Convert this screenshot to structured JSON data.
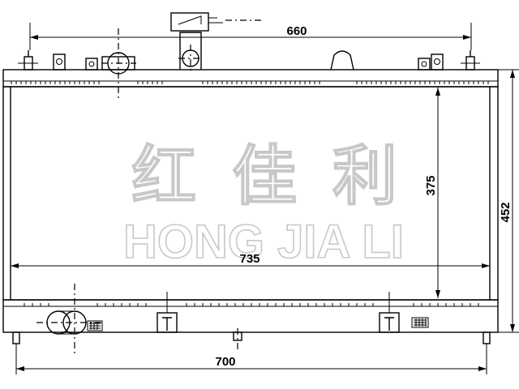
{
  "dimensions": {
    "top_width": "660",
    "core_width": "735",
    "bottom_width": "700",
    "core_height": "375",
    "overall_height": "452"
  },
  "watermark": {
    "chinese": "红 佳 利",
    "latin": "HONG JIA LI"
  },
  "colors": {
    "line": "#000000",
    "watermark_outline": "#c8c8c8",
    "background": "#ffffff"
  }
}
